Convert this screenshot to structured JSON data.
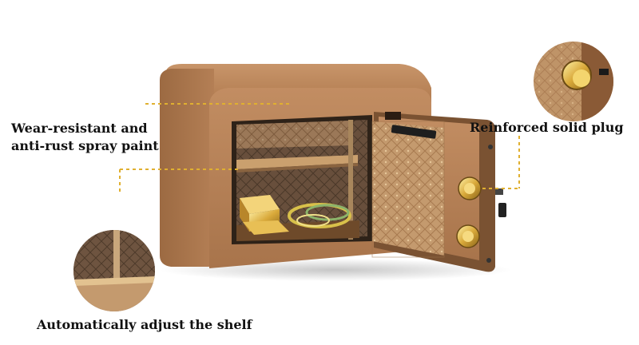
{
  "callouts": {
    "wear_line1": "Wear-resistant and",
    "wear_line2": "anti-rust spray paint",
    "plug": "Reinforced solid plug",
    "shelf": "Automatically adjust the shelf"
  },
  "colors": {
    "body": "#b07a4e",
    "body_dark": "#8a5a36",
    "interior": "#3a2a1c",
    "gold": "#d9a93a",
    "leader": "#e0b030"
  }
}
